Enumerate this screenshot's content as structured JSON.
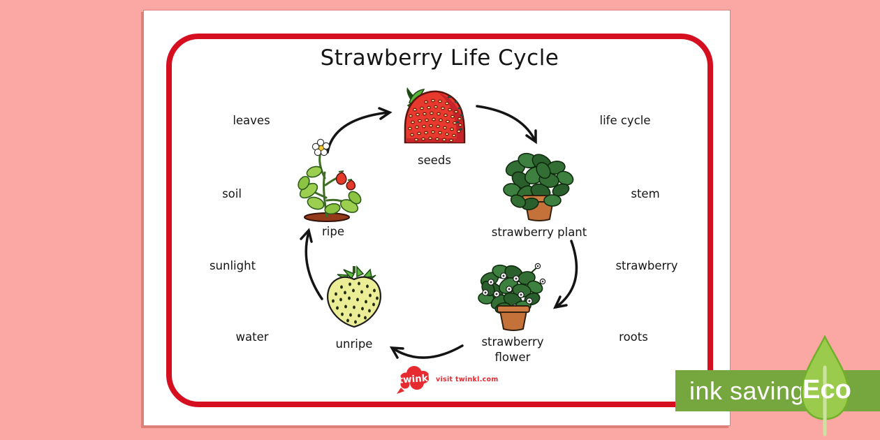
{
  "title": "Strawberry Life Cycle",
  "word_bank": {
    "left": [
      "leaves",
      "soil",
      "sunlight",
      "water"
    ],
    "right": [
      "life cycle",
      "stem",
      "strawberry",
      "roots"
    ]
  },
  "stages": {
    "seeds": "seeds",
    "plant": "strawberry plant",
    "flower_line1": "strawberry",
    "flower_line2": "flower",
    "unripe": "unripe",
    "ripe": "ripe"
  },
  "cycle_order": [
    "seeds",
    "strawberry plant",
    "strawberry flower",
    "unripe",
    "ripe"
  ],
  "footer": {
    "logo_text": "twinkl",
    "visit_text": "visit twinkl.com"
  },
  "eco_badge": {
    "label": "ink saving",
    "badge": "Eco"
  },
  "colors": {
    "background_pink": "#FBA8A4",
    "frame_red": "#D50F1F",
    "twinkl_red": "#E62A30",
    "eco_band_green": "#76A73E",
    "eco_leaf_green": "#9BCB4D",
    "arrow_black": "#141414"
  }
}
